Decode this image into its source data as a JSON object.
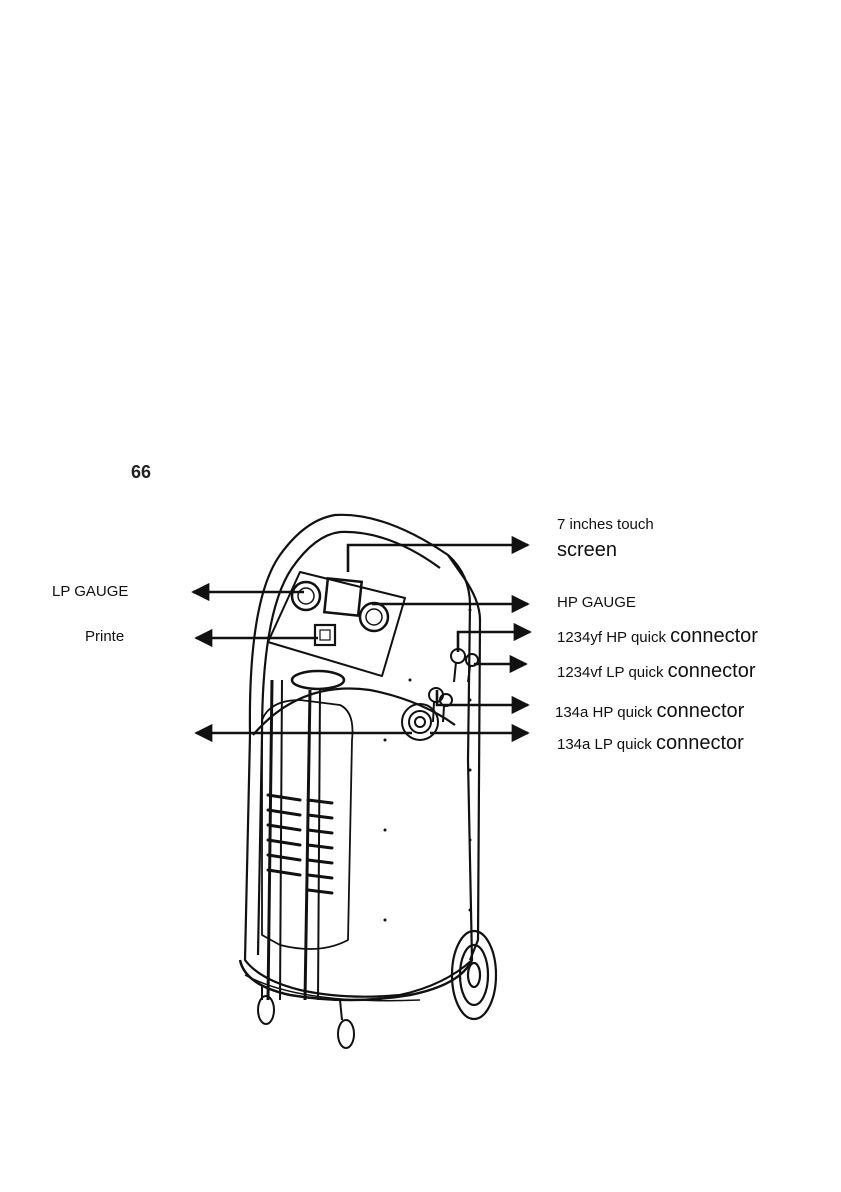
{
  "labels": {
    "touch_screen_line1": "7 inches touch",
    "touch_screen_line2": "screen",
    "hp_gauge": "HP GAUGE",
    "lp_gauge": "LP GAUGE",
    "printer": "Printe",
    "hp_1234yf_a": "1234yf HP quick ",
    "hp_1234yf_b": "connector",
    "lp_1234yf_a": "1234vf LP quick ",
    "lp_1234yf_b": "connector",
    "hp_134a_a": "134a HP quick ",
    "hp_134a_b": "connector",
    "lp_134a_a": "134a LP quick ",
    "lp_134a_b": "connector"
  },
  "stray_mark": "66"
}
